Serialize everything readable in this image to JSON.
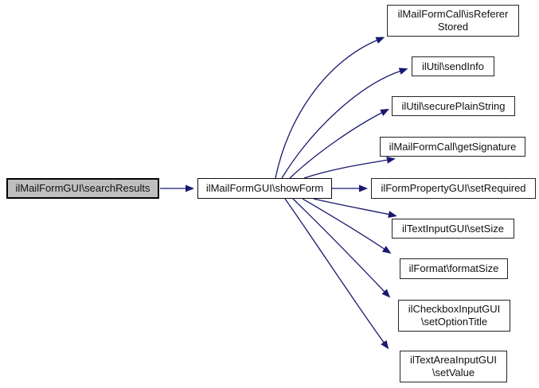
{
  "diagram": {
    "type": "doxygen-call-graph",
    "background": "#ffffff",
    "edge_color": "#191970",
    "focus_node_fill": "#bfbfbf",
    "node_fill": "#ffffff",
    "node_border_color": "#242424",
    "nodes": {
      "searchResults": {
        "label": "ilMailFormGUI\\searchResults",
        "role": "focus"
      },
      "showForm": {
        "label": "ilMailFormGUI\\showForm",
        "role": "caller"
      },
      "isRefererStored": {
        "lines": [
          "ilMailFormCall\\isReferer",
          "Stored"
        ],
        "role": "callee"
      },
      "sendInfo": {
        "label": "ilUtil\\sendInfo",
        "role": "callee"
      },
      "securePlainString": {
        "label": "ilUtil\\securePlainString",
        "role": "callee"
      },
      "getSignature": {
        "label": "ilMailFormCall\\getSignature",
        "role": "callee"
      },
      "setRequired": {
        "label": "ilFormPropertyGUI\\setRequired",
        "role": "callee"
      },
      "setSize": {
        "label": "ilTextInputGUI\\setSize",
        "role": "callee"
      },
      "formatSize": {
        "label": "ilFormat\\formatSize",
        "role": "callee"
      },
      "setOptionTitle": {
        "lines": [
          "ilCheckboxInputGUI",
          "\\setOptionTitle"
        ],
        "role": "callee"
      },
      "setValue": {
        "lines": [
          "ilTextAreaInputGUI",
          "\\setValue"
        ],
        "role": "callee"
      }
    },
    "edges": [
      {
        "from": "ilMailFormGUI\\searchResults",
        "to": "ilMailFormGUI\\showForm"
      },
      {
        "from": "ilMailFormGUI\\showForm",
        "to": "ilMailFormCall\\isRefererStored"
      },
      {
        "from": "ilMailFormGUI\\showForm",
        "to": "ilUtil\\sendInfo"
      },
      {
        "from": "ilMailFormGUI\\showForm",
        "to": "ilUtil\\securePlainString"
      },
      {
        "from": "ilMailFormGUI\\showForm",
        "to": "ilMailFormCall\\getSignature"
      },
      {
        "from": "ilMailFormGUI\\showForm",
        "to": "ilFormPropertyGUI\\setRequired"
      },
      {
        "from": "ilMailFormGUI\\showForm",
        "to": "ilTextInputGUI\\setSize"
      },
      {
        "from": "ilMailFormGUI\\showForm",
        "to": "ilFormat\\formatSize"
      },
      {
        "from": "ilMailFormGUI\\showForm",
        "to": "ilCheckboxInputGUI\\setOptionTitle"
      },
      {
        "from": "ilMailFormGUI\\showForm",
        "to": "ilTextAreaInputGUI\\setValue"
      }
    ]
  }
}
